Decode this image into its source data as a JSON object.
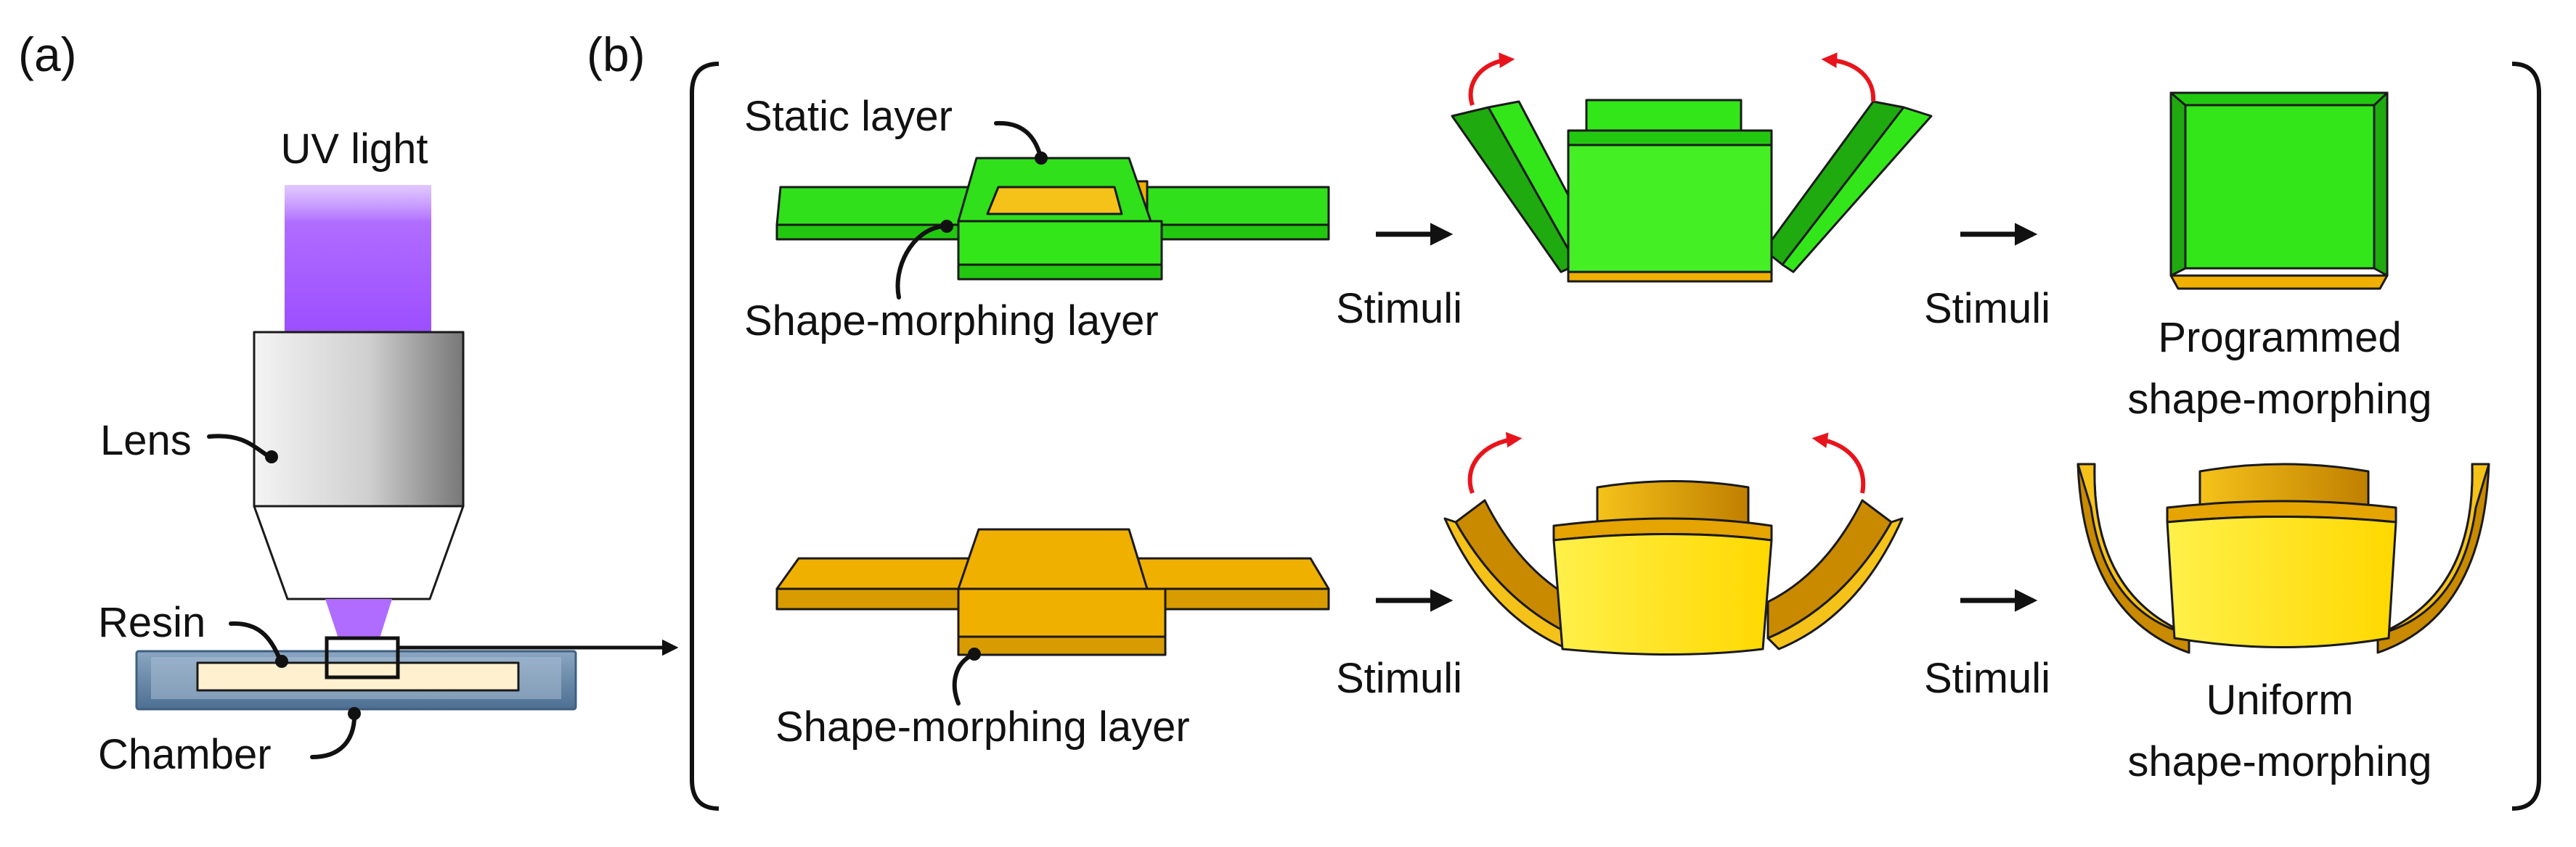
{
  "panel_labels": {
    "a": "(a)",
    "b": "(b)"
  },
  "panel_a": {
    "uv_light": "UV light",
    "lens": "Lens",
    "resin": "Resin",
    "chamber": "Chamber"
  },
  "panel_b": {
    "top_row": {
      "static_layer": "Static layer",
      "shape_morphing_layer": "Shape-morphing layer",
      "stimuli_1": "Stimuli",
      "stimuli_2": "Stimuli",
      "result_line1": "Programmed",
      "result_line2": "shape-morphing"
    },
    "bottom_row": {
      "shape_morphing_layer": "Shape-morphing layer",
      "stimuli_1": "Stimuli",
      "stimuli_2": "Stimuli",
      "result_line1": "Uniform",
      "result_line2": "shape-morphing"
    }
  },
  "colors": {
    "green": "#33e61a",
    "green_dark": "#1faa10",
    "amber": "#f0b000",
    "amber_dark": "#c98a00",
    "yellow": "#ffe600",
    "uv": "#b06cff",
    "red_arrow": "#e8141c",
    "chamber": "#6e8fae"
  }
}
